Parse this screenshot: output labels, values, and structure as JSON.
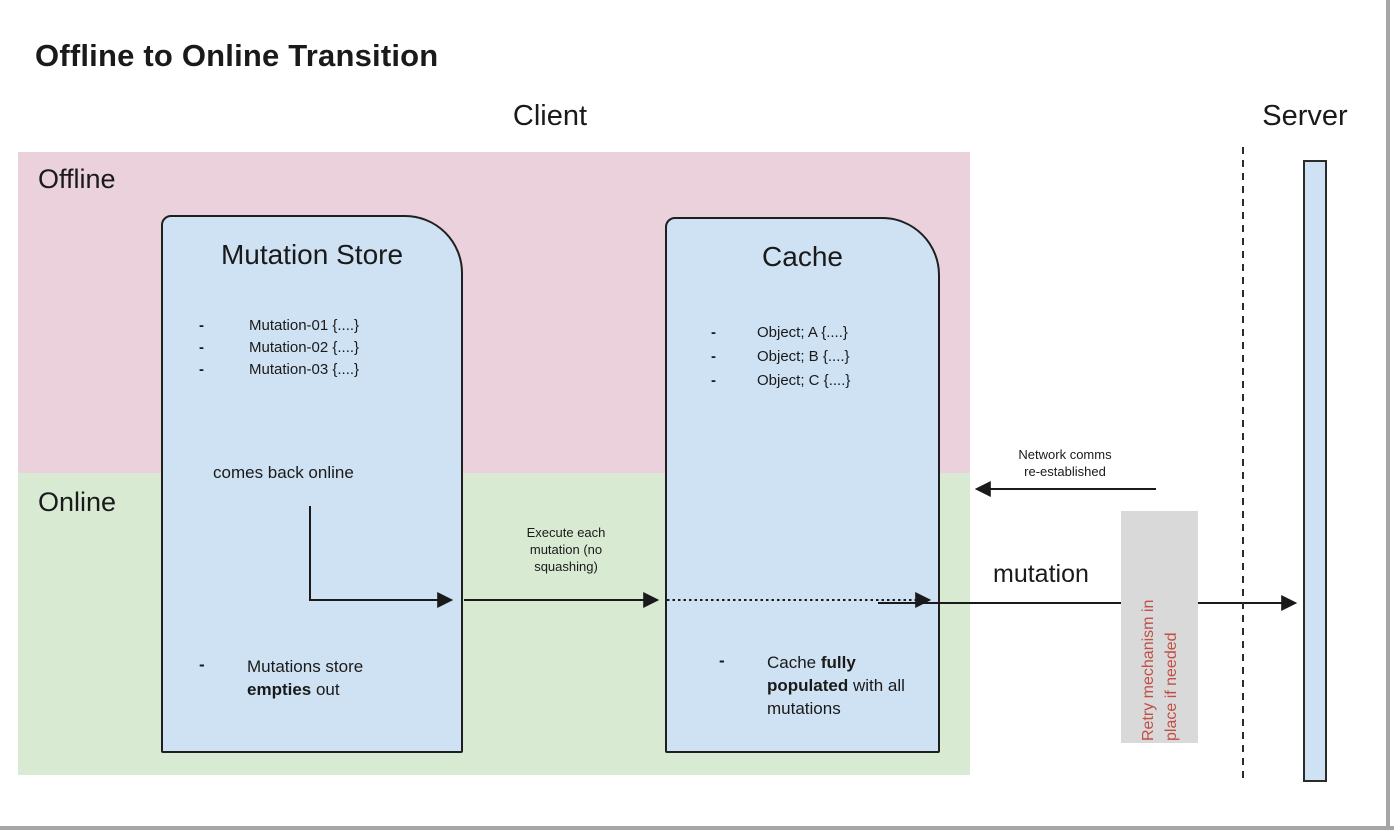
{
  "title": "Offline to Online Transition",
  "labels": {
    "client": "Client",
    "server": "Server",
    "offline": "Offline",
    "online": "Online",
    "bullet": "-",
    "comes_back_online": "comes back online",
    "execute": "Execute each\nmutation (no\nsquashing)",
    "network": "Network comms\nre-established",
    "mutation": "mutation"
  },
  "mutation_store": {
    "title": "Mutation Store",
    "items": [
      "Mutation-01 {....}",
      "Mutation-02 {....}",
      "Mutation-03 {....}"
    ],
    "note": {
      "pre": "Mutations store ",
      "bold": "empties",
      "post": " out"
    }
  },
  "cache": {
    "title": "Cache",
    "items": [
      "Object; A {....}",
      "Object; B {....}",
      "Object; C {....}"
    ],
    "note": {
      "pre": "Cache ",
      "bold": "fully populated",
      "post": " with all mutations"
    }
  },
  "retry": {
    "text": "Retry mechanism in\nplace if needed"
  },
  "colors": {
    "offline_band": "#ead1dc",
    "online_band": "#d9ead3",
    "node_fill": "#cfe2f3",
    "retry_fill": "#d9d9d9",
    "retry_text": "#c05046",
    "frame_gray": "#a6a6a6"
  }
}
